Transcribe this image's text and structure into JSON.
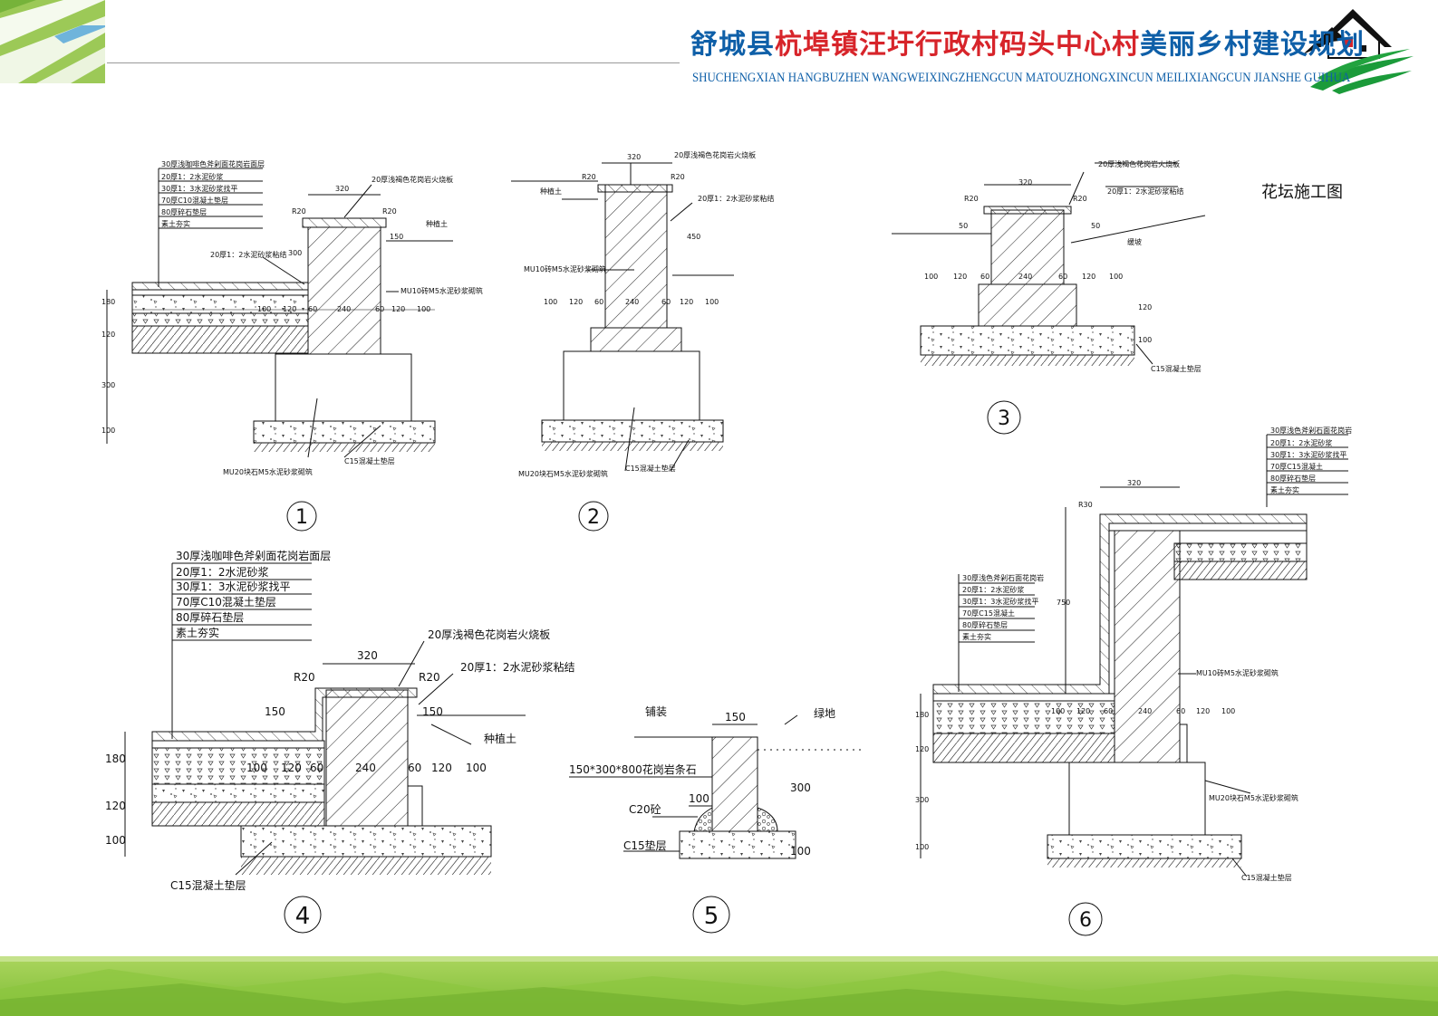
{
  "header": {
    "title_part1": "舒城县",
    "title_part2": "杭埠镇汪圩行政村码头中心村",
    "title_part3": "美丽乡村建设规划",
    "subtitle_en": "SHUCHENGXIAN HANGBUZHEN WANGWEIXINGZHENGCUN MATOUZHONGXINCUN MEILIXIANGCUN JIANSHE GUIHUA"
  },
  "sheet_title": "花坛施工图",
  "colors": {
    "title_blue": "#0e5fa8",
    "title_red": "#d7242a",
    "footer_green": "#8cc63f",
    "logo_green": "#1b9b3a"
  },
  "details": {
    "d1": {
      "number": "1",
      "layers": [
        "30厚浅咖啡色斧剁面花岗岩面层",
        "20厚1：2水泥砂浆",
        "30厚1：3水泥砂浆找平",
        "70厚C10混凝土垫层",
        "80厚碎石垫层",
        "素土夯实"
      ],
      "cap_label": "20厚浅褐色花岗岩火烧板",
      "mortar_label": "20厚1：2水泥砂浆粘结",
      "soil_label": "种植土",
      "wall_label": "MU10砖M5水泥砂浆砌筑",
      "found_label": "MU20块石M5水泥砂浆砌筑",
      "pad_label": "C15混凝土垫层",
      "dims": {
        "cap": "320",
        "r_left": "R20",
        "r_right": "R20",
        "h_wall": "300",
        "h_top": "150",
        "row": [
          "100",
          "120",
          "60",
          "240",
          "60",
          "120",
          "100"
        ],
        "left": [
          "180",
          "120",
          "300",
          "100"
        ]
      }
    },
    "d2": {
      "number": "2",
      "cap_label": "20厚浅褐色花岗岩火烧板",
      "mortar_label": "20厚1：2水泥砂浆粘结",
      "soil_label": "种植土",
      "wall_label": "MU10砖M5水泥砂浆砌筑",
      "found_label": "MU20块石M5水泥砂浆砌筑",
      "pad_label": "C15混凝土垫层",
      "dims": {
        "cap": "320",
        "r_left": "R20",
        "r_right": "R20",
        "h_wall": "450",
        "row": [
          "100",
          "120",
          "60",
          "240",
          "60",
          "120",
          "100"
        ]
      }
    },
    "d3": {
      "number": "3",
      "cap_label": "20厚浅褐色花岗岩火烧板",
      "mortar_label": "20厚1：2水泥砂浆粘结",
      "slope_label": "缓坡",
      "pad_label": "C15混凝土垫层",
      "dims": {
        "cap": "320",
        "r_left": "R20",
        "r_right": "R20",
        "h_left": "50",
        "h_right": "50",
        "row": [
          "100",
          "120",
          "60",
          "240",
          "60",
          "120",
          "100"
        ],
        "right": [
          "120",
          "100"
        ]
      }
    },
    "d4": {
      "number": "4",
      "layers": [
        "30厚浅咖啡色斧剁面花岗岩面层",
        "20厚1：2水泥砂浆",
        "30厚1：3水泥砂浆找平",
        "70厚C10混凝土垫层",
        "80厚碎石垫层",
        "素土夯实"
      ],
      "cap_label": "20厚浅褐色花岗岩火烧板",
      "mortar_label": "20厚1：2水泥砂浆粘结",
      "soil_label": "种植土",
      "pad_label": "C15混凝土垫层",
      "dims": {
        "cap": "320",
        "r_left": "R20",
        "r_right": "R20",
        "h_left": "150",
        "h_right": "150",
        "row": [
          "100",
          "120",
          "60",
          "240",
          "60",
          "120",
          "100"
        ],
        "left": [
          "180",
          "120",
          "100"
        ]
      }
    },
    "d5": {
      "number": "5",
      "paving_label": "铺装",
      "green_label": "绿地",
      "stone_label": "150*300*800花岗岩条石",
      "c20_label": "C20砼",
      "pad_label": "C15垫层",
      "dims": {
        "top": "150",
        "h": "300",
        "toe": "100",
        "pad": "100"
      }
    },
    "d6": {
      "number": "6",
      "upper_layers": [
        "30厚浅色斧剁石面花岗岩",
        "20厚1：2水泥砂浆",
        "30厚1：3水泥砂浆找平",
        "70厚C15混凝土",
        "80厚碎石垫层",
        "素土夯实"
      ],
      "lower_layers": [
        "30厚浅色斧剁石面花岗岩",
        "20厚1：2水泥砂浆",
        "30厚1：3水泥砂浆找平",
        "70厚C15混凝土",
        "80厚碎石垫层",
        "素土夯实"
      ],
      "wall_label": "MU10砖M5水泥砂浆砌筑",
      "found_label": "MU20块石M5水泥砂浆砌筑",
      "pad_label": "C15混凝土垫层",
      "dims": {
        "cap": "320",
        "r": "R30",
        "h_wall": "750",
        "row": [
          "100",
          "120",
          "60",
          "240",
          "60",
          "120",
          "100"
        ],
        "left": [
          "180",
          "120",
          "300",
          "100"
        ]
      }
    }
  }
}
